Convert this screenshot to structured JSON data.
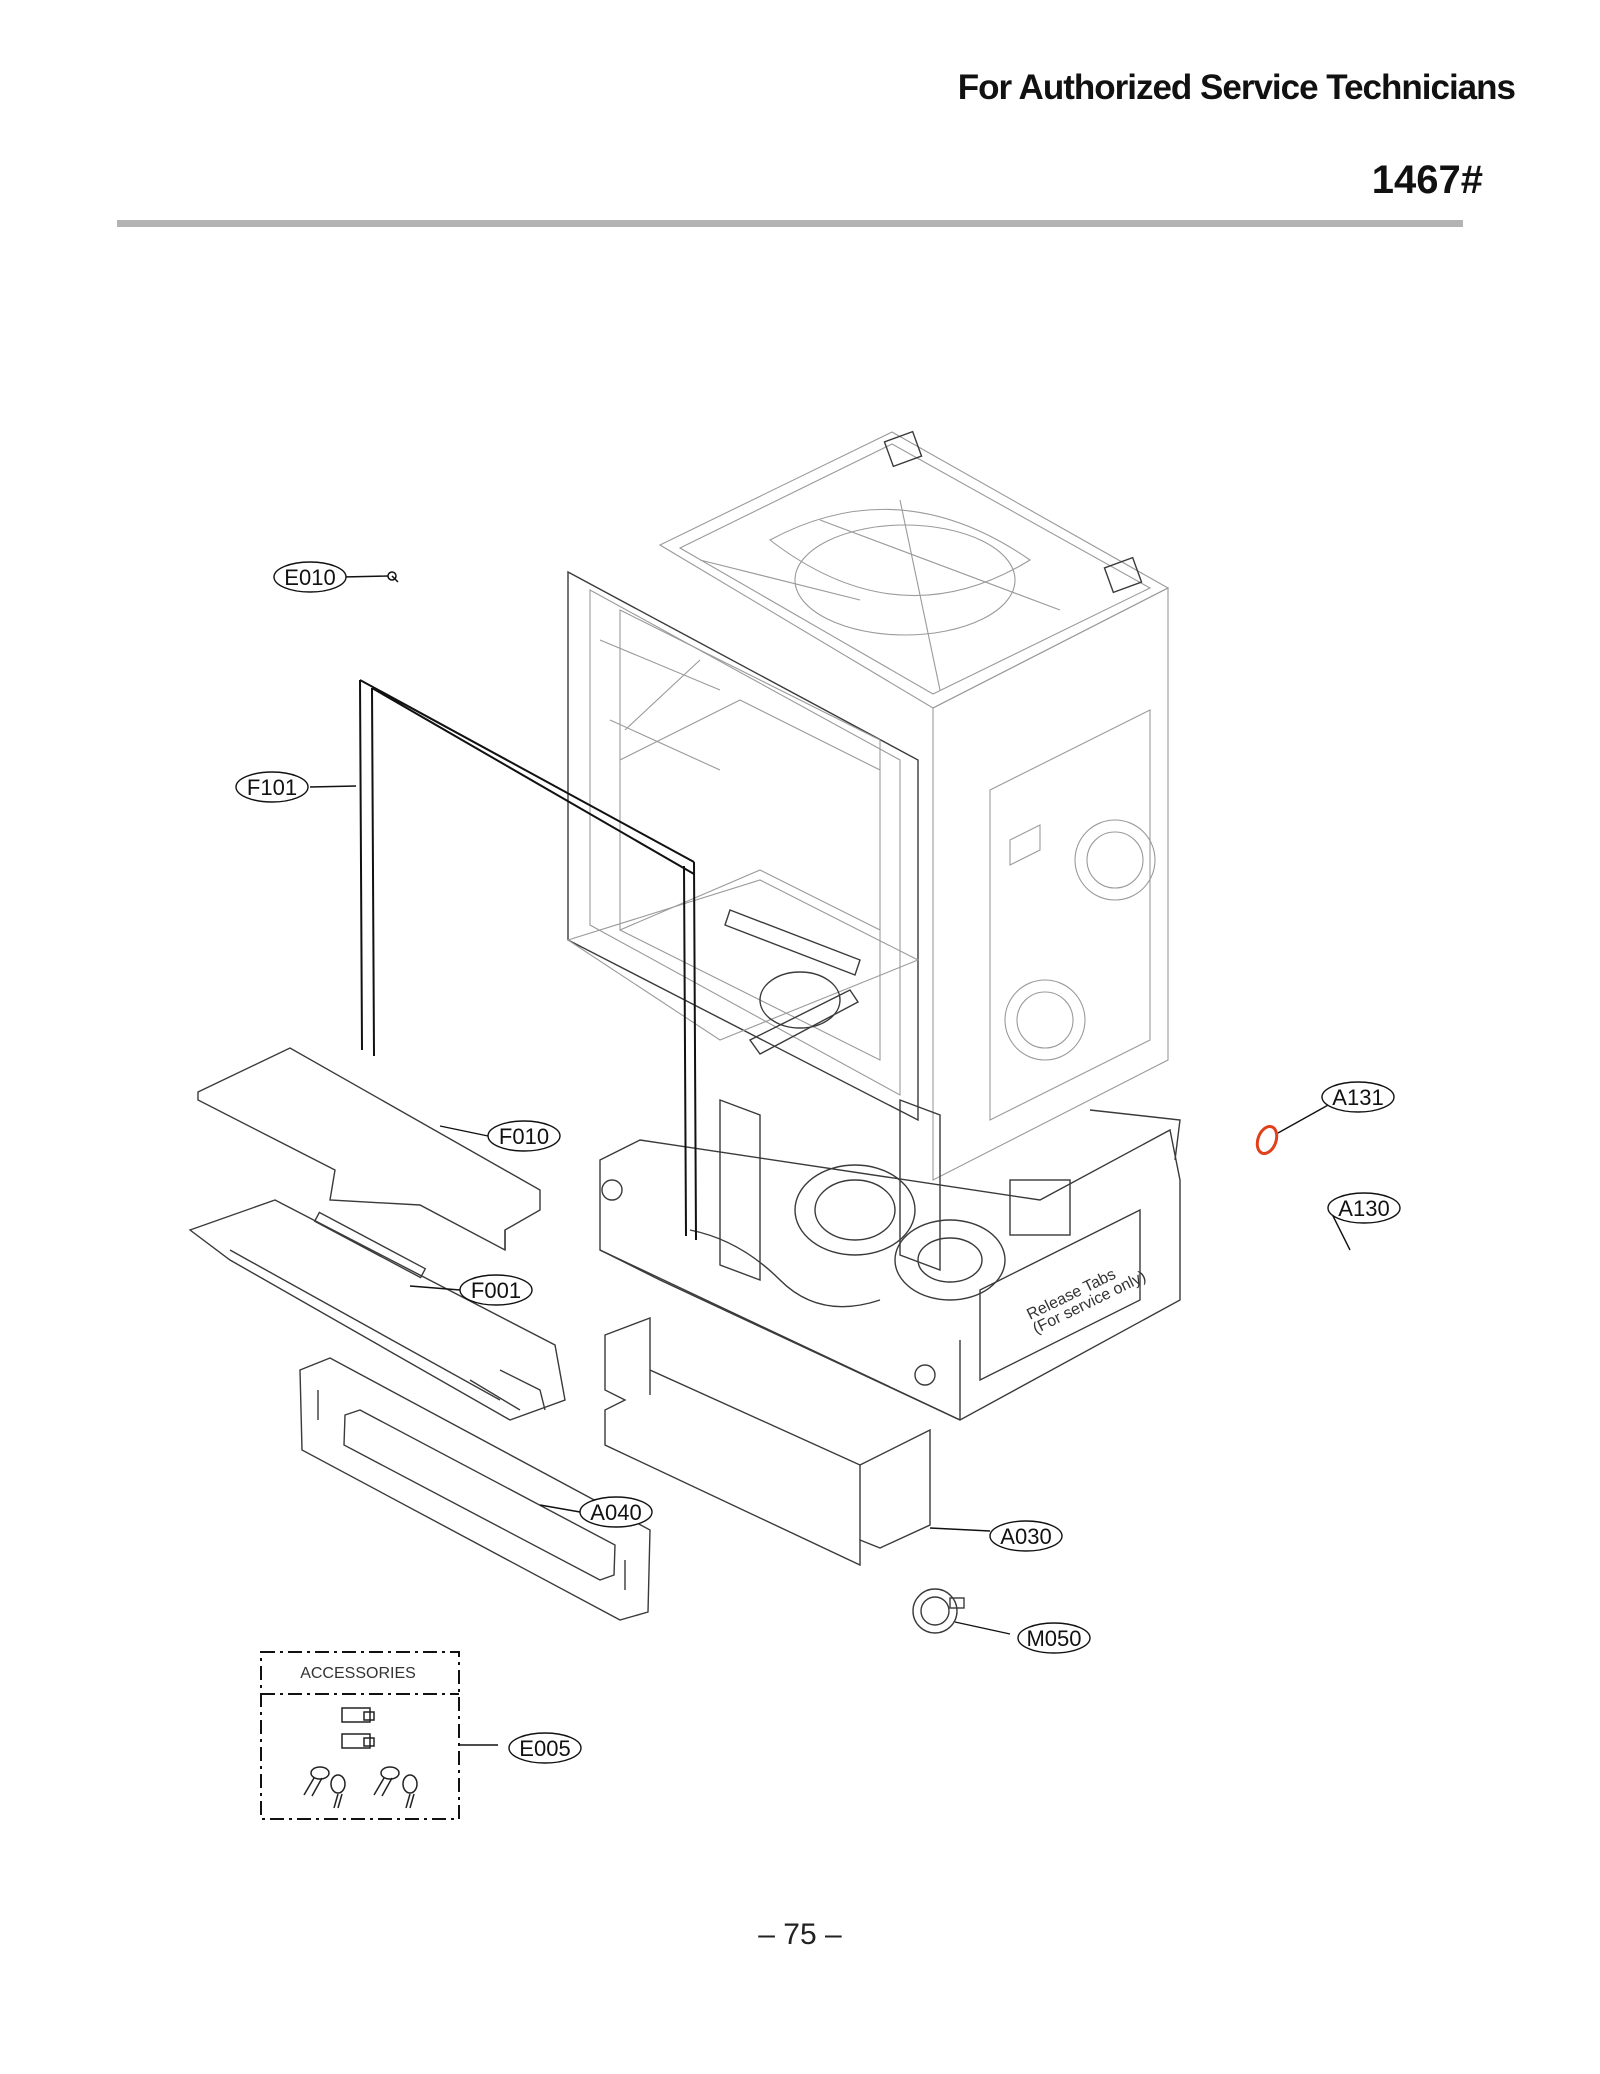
{
  "header": {
    "title": "For Authorized Service Technicians",
    "doc_number": "1467#"
  },
  "parts": {
    "e010": "E010",
    "f101": "F101",
    "f010": "F010",
    "f001": "F001",
    "a040": "A040",
    "a030": "A030",
    "m050": "M050",
    "e005": "E005",
    "a131": "A131",
    "a130": "A130"
  },
  "accessories": {
    "label": "ACCESSORIES"
  },
  "tub_label": {
    "line1": "Release Tabs",
    "line2": "(For service only)"
  },
  "footer": {
    "page": "– 75 –"
  },
  "colors": {
    "highlight_part": "#e0401a",
    "rule": "#b3b3b3"
  }
}
